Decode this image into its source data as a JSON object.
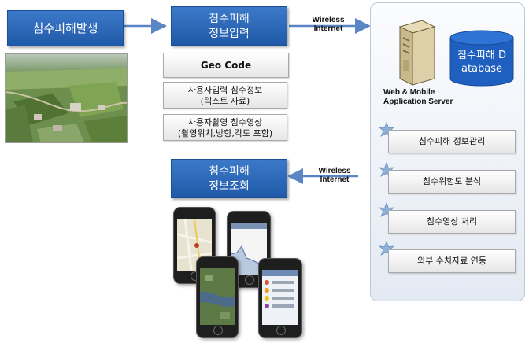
{
  "nodes": {
    "occurrence": "침수피해발생",
    "input_line1": "침수피해",
    "input_line2": "정보입력",
    "geo_code": "Geo Code",
    "user_text_line1": "사용자입력 침수정보",
    "user_text_line2": "(텍스트 자료)",
    "user_photo_line1": "사용자촬영 침수영상",
    "user_photo_line2": "(촬영위치,방향,각도 포함)",
    "query_line1": "침수피해",
    "query_line2": "정보조회"
  },
  "arrows": {
    "top_line1": "Wireless",
    "top_line2": "Internet",
    "bottom_line1": "Wireless",
    "bottom_line2": "Internet"
  },
  "server": {
    "label_line1": "Web & Mobile",
    "label_line2": "Application Server",
    "db_line1": "침수피해 D",
    "db_line2": "atabase",
    "services": [
      "침수피해 정보관리",
      "침수위험도 분석",
      "침수영상 처리",
      "외부 수치자료 연동"
    ]
  },
  "colors": {
    "box_blue": "#2a67b8",
    "arrow_blue": "#5b86c5",
    "db_blue": "#1f5fbf",
    "star_blue": "#8fb0d8"
  }
}
